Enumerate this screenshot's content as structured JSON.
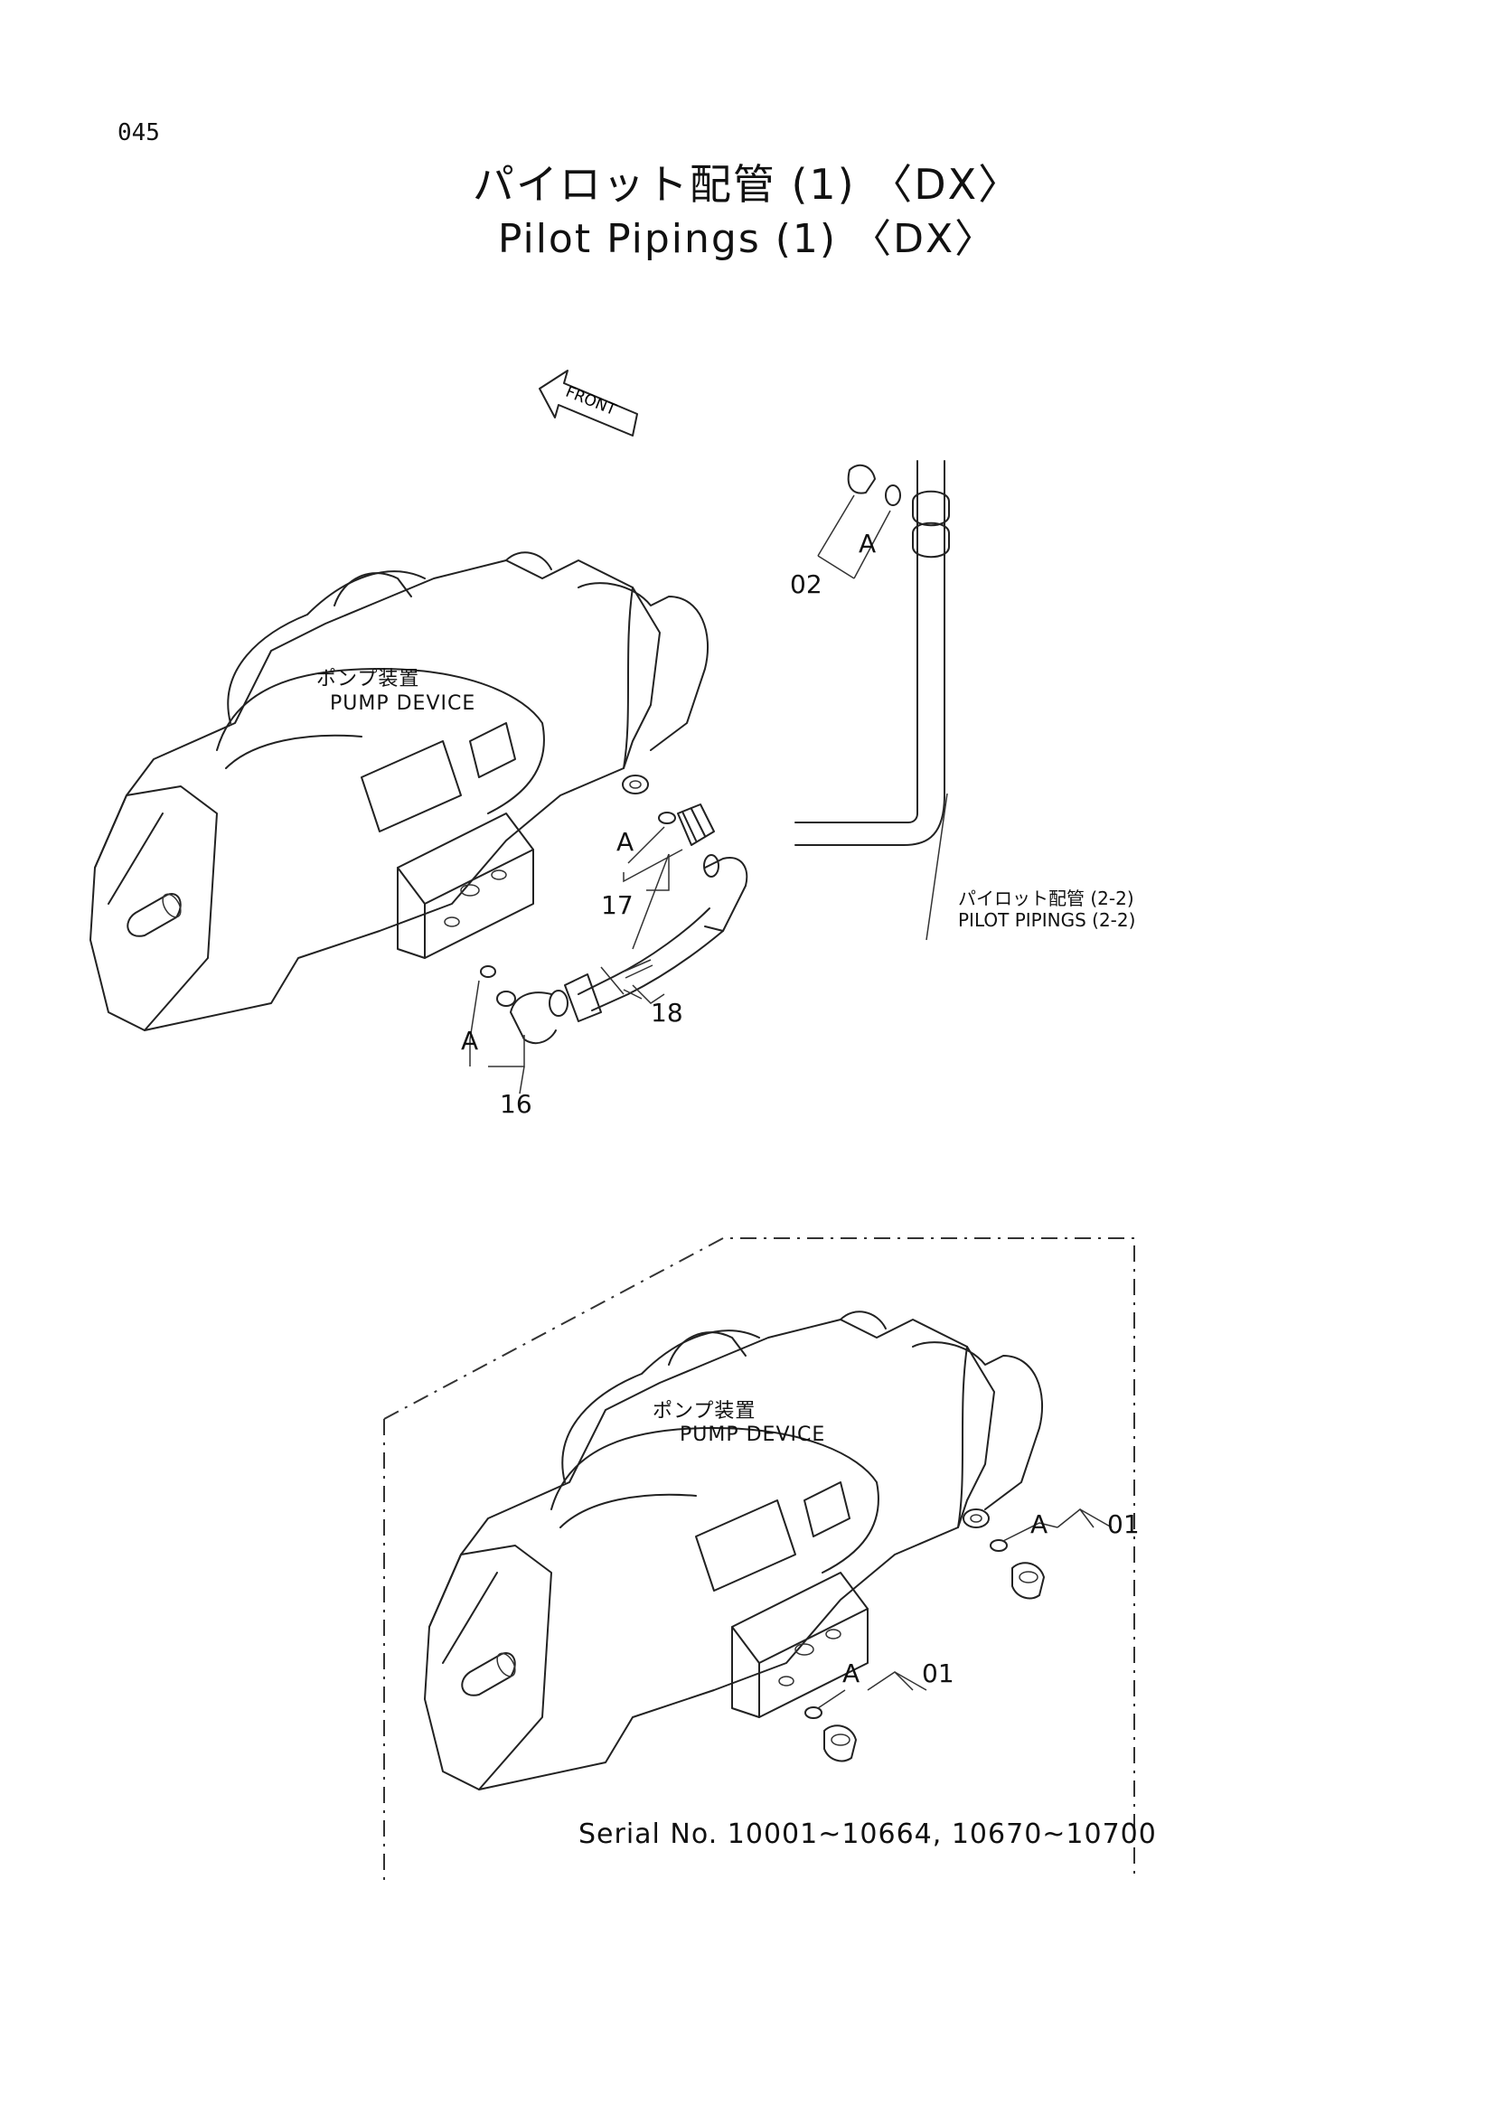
{
  "page_number": "045",
  "title_jp": "パイロット配管 (1) 〈DX〉",
  "title_en": "Pilot Pipings (1) 〈DX〉",
  "front_label": "FRONT",
  "upper": {
    "pump_label_jp": "ポンプ装置",
    "pump_label_en": "PUMP DEVICE",
    "pilot_ref_jp": "パイロット配管 (2-2)",
    "pilot_ref_en": "PILOT PIPINGS (2-2)",
    "callouts": {
      "c02": "02",
      "c17": "17",
      "c18": "18",
      "c16": "16",
      "a1": "A",
      "a2": "A",
      "a3": "A"
    }
  },
  "lower": {
    "pump_label_jp": "ポンプ装置",
    "pump_label_en": "PUMP DEVICE",
    "callouts": {
      "c01a": "01",
      "c01b": "01",
      "a1": "A",
      "a2": "A"
    },
    "serial": "Serial No. 10001~10664, 10670~10700"
  }
}
